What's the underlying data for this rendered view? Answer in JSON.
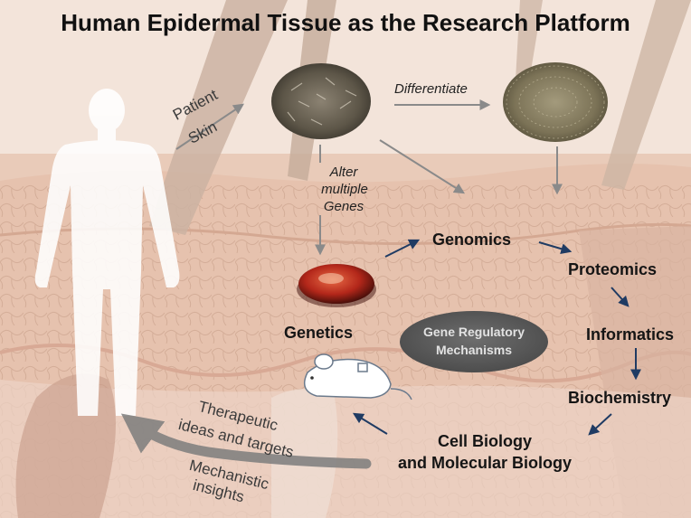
{
  "title": "Human Epidermal Tissue as the Research Platform",
  "nodes": {
    "patient_skin_1": "Patient",
    "patient_skin_2": "Skin",
    "differentiate": "Differentiate",
    "alter_1": "Alter",
    "alter_2": "multiple",
    "alter_3": "Genes",
    "genomics": "Genomics",
    "proteomics": "Proteomics",
    "informatics": "Informatics",
    "biochemistry": "Biochemistry",
    "cell_bio_1": "Cell Biology",
    "cell_bio_2": "and Molecular Biology",
    "genetics": "Genetics",
    "gene_reg_1": "Gene Regulatory",
    "gene_reg_2": "Mechanisms",
    "therapeutic_1": "Therapeutic",
    "therapeutic_2": "ideas and targets",
    "mechanistic_1": "Mechanistic",
    "mechanistic_2": "insights"
  },
  "colors": {
    "background": "#f1dcd0",
    "arrow_blue": "#1f3b63",
    "arrow_grey": "#8a8a8a",
    "ellipse": "#5a5a5a"
  }
}
